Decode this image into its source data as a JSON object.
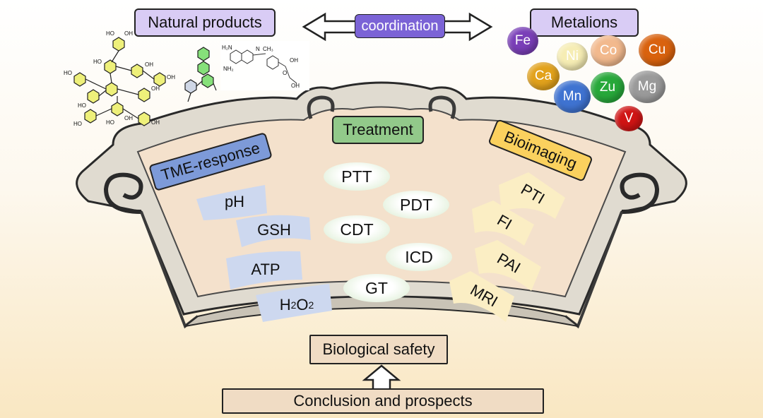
{
  "top": {
    "natural_products": "Natural products",
    "coordination": "coordination",
    "metalions": "Metalions"
  },
  "ions": [
    {
      "symbol": "Fe",
      "color": "#7a3fb8"
    },
    {
      "symbol": "Ni",
      "color": "#f6edb4",
      "text_color": "#ffffff"
    },
    {
      "symbol": "Co",
      "color": "#f2b98d"
    },
    {
      "symbol": "Cu",
      "color": "#d9620e"
    },
    {
      "symbol": "Ca",
      "color": "#e2a21c"
    },
    {
      "symbol": "Mn",
      "color": "#3f73d1"
    },
    {
      "symbol": "Zu",
      "color": "#27a83a"
    },
    {
      "symbol": "Mg",
      "color": "#9a9a9a"
    },
    {
      "symbol": "V",
      "color": "#d01414"
    }
  ],
  "panels": {
    "tme_title": "TME-response",
    "treatment_title": "Treatment",
    "bioimaging_title": "Bioimaging"
  },
  "tme_items": [
    "pH",
    "GSH",
    "ATP"
  ],
  "h2o2": {
    "base": "H",
    "sub1": "2",
    "mid": "O",
    "sub2": "2"
  },
  "treatment_items": [
    "PTT",
    "PDT",
    "CDT",
    "ICD",
    "GT"
  ],
  "bioimaging_items": [
    "PTI",
    "FI",
    "PAI",
    "MRI"
  ],
  "bottom": {
    "safety": "Biological safety",
    "conclusion": "Conclusion and prospects"
  },
  "molecule_labels": [
    "HO",
    "OH",
    "H₂N",
    "NH₂",
    "N",
    "CH₃",
    "OH",
    "O"
  ],
  "colors": {
    "natural_box": "#d9ccf5",
    "coordination_box": "#7b63d6",
    "metalions_box": "#d9ccf5",
    "tme_box": "#7d9ad8",
    "treatment_box": "#92c98a",
    "bioimaging_box": "#fbd15e",
    "tme_tag": "#cdd8ef",
    "bio_tag": "#fbeec4",
    "fan_fill": "#f4e1cc",
    "bottom_box": "#f0dcc4"
  }
}
